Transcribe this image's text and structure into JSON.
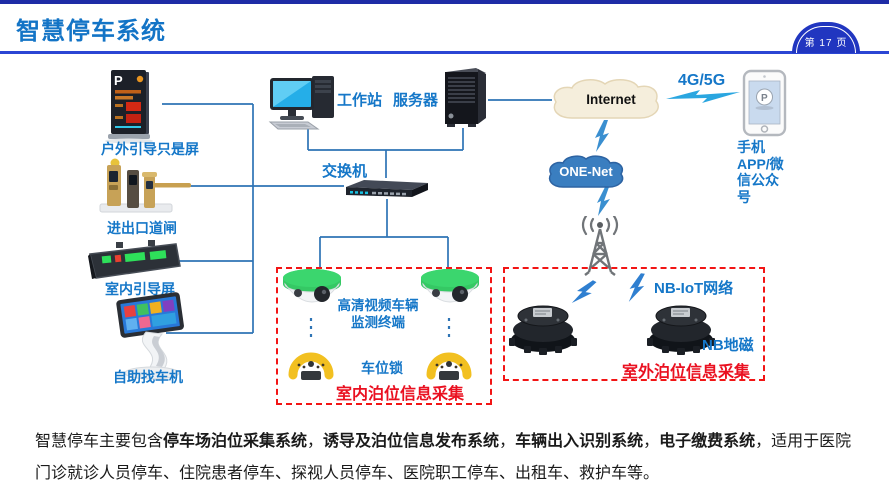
{
  "header": {
    "title": "智慧停车系统",
    "page_badge": "第 17 页"
  },
  "left_devices": {
    "outdoor_display_label": "户外引导只是屏",
    "gate_label": "进出口道闸",
    "indoor_screen_label": "室内引导屏",
    "kiosk_label": "自助找车机"
  },
  "center": {
    "workstation_label": "工作站",
    "server_label": "服务器",
    "switch_label": "交换机"
  },
  "network": {
    "internet_label": "Internet",
    "onenet_label": "ONE-Net",
    "g_label": "4G/5G",
    "phone_line1": "手机",
    "phone_line2": "APP/微",
    "phone_line3": "信公众",
    "phone_line4": "号"
  },
  "indoor_box": {
    "camera_label_line1": "高清视频车辆",
    "camera_label_line2": "监测终端",
    "lock_label": "车位锁",
    "title": "室内泊位信息采集"
  },
  "outdoor_box": {
    "nbiot_label": "NB-IoT网络",
    "magnet_label": "NB地磁",
    "title": "室外泊位信息采集"
  },
  "glyphs": {
    "outdoor_display_p": "P",
    "phone_logo_p": "P"
  },
  "caption": {
    "segments": [
      {
        "text": "智慧停车主要包含",
        "bold": false
      },
      {
        "text": "停车场泊位采集系统",
        "bold": true
      },
      {
        "text": "，",
        "bold": false
      },
      {
        "text": "诱导及泊位信息发布系统",
        "bold": true
      },
      {
        "text": "，",
        "bold": false
      },
      {
        "text": "车辆出入识别系统",
        "bold": true
      },
      {
        "text": "，",
        "bold": false
      },
      {
        "text": "电子缴费系统",
        "bold": true
      },
      {
        "text": "，适用于医院门诊就诊人员停车、住院患者停车、探视人员停车、医院职工停车、出租车、救护车等。",
        "bold": false
      }
    ]
  },
  "colors": {
    "accent_blue": "#1577c8",
    "line_blue": "#2e74b5",
    "red": "#ea1020",
    "badge_blue": "#2136c0",
    "bolt_blue": "#2aa6e0",
    "camera_green": "#3bd66e",
    "lock_yellow": "#f2c020"
  }
}
